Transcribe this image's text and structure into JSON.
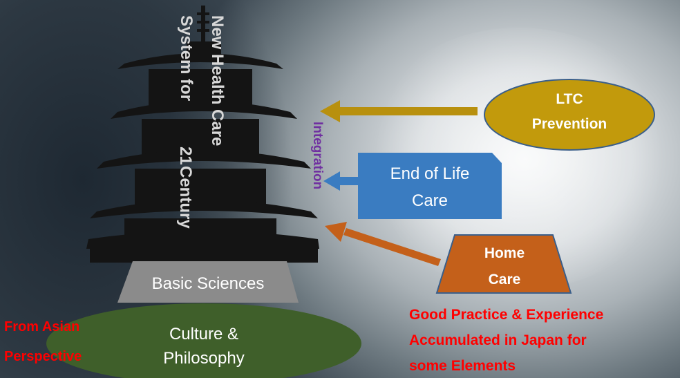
{
  "tower": {
    "title_line1": "New Health Care",
    "title_line2": "System for",
    "title_line3a": "21",
    "title_line3b": "Century"
  },
  "integration_label": "Integration",
  "base": {
    "top_label": "Basic Sciences",
    "bottom_label_line1": "Culture &",
    "bottom_label_line2": "Philosophy"
  },
  "side_note": {
    "line1": "From Asian",
    "line2": "Perspective"
  },
  "elements": {
    "ltc": {
      "line1": "LTC",
      "line2": "Prevention"
    },
    "end_of_life": {
      "line1": "End of Life",
      "line2": "Care"
    },
    "home_care": {
      "line1": "Home",
      "line2": "Care"
    }
  },
  "note": {
    "line1": "Good Practice & Experience",
    "line2": "Accumulated in Japan for",
    "line3": "some Elements"
  },
  "colors": {
    "ltc_fill": "#c29a0c",
    "end_of_life_fill": "#3a7cc1",
    "home_care_fill": "#c4601a",
    "culture_fill": "#3f5f2a",
    "basic_fill": "#8b8b8b",
    "integration_text": "#7030a0",
    "note_text": "#ff0000"
  }
}
